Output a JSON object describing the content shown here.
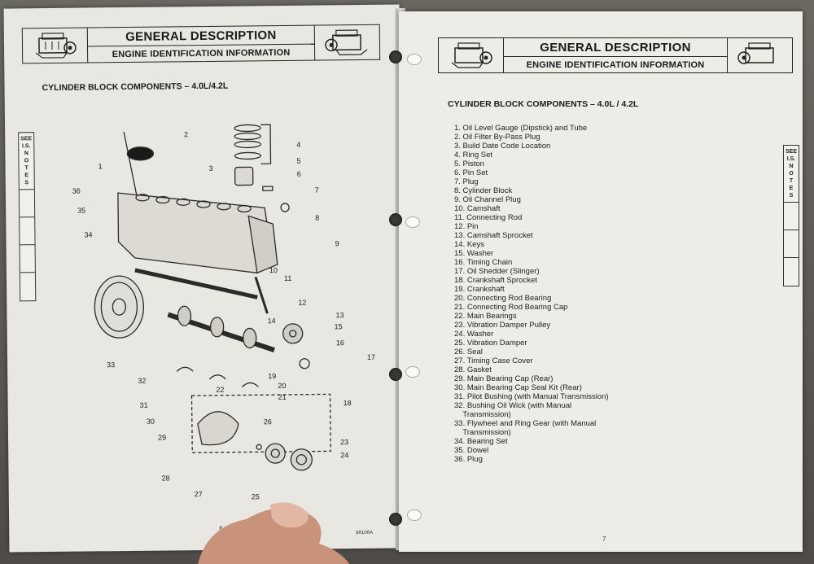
{
  "left_page": {
    "header": {
      "title": "GENERAL DESCRIPTION",
      "subtitle": "ENGINE IDENTIFICATION INFORMATION"
    },
    "section_title": "CYLINDER BLOCK COMPONENTS – 4.0L/4.2L",
    "side_box_label": [
      "SEE",
      "I.S.",
      "N",
      "O",
      "T",
      "E",
      "S"
    ],
    "page_number": "6",
    "figure_code": "86106A",
    "callouts": [
      "1",
      "2",
      "3",
      "4",
      "5",
      "6",
      "7",
      "8",
      "9",
      "10",
      "11",
      "12",
      "13",
      "14",
      "15",
      "16",
      "17",
      "18",
      "19",
      "20",
      "21",
      "22",
      "23",
      "24",
      "25",
      "26",
      "27",
      "28",
      "29",
      "30",
      "31",
      "32",
      "33",
      "34",
      "35",
      "36"
    ]
  },
  "right_page": {
    "header": {
      "title": "GENERAL DESCRIPTION",
      "subtitle": "ENGINE IDENTIFICATION INFORMATION"
    },
    "section_title": "CYLINDER BLOCK COMPONENTS – 4.0L / 4.2L",
    "side_box_label": [
      "SEE",
      "I.S.",
      "N",
      "O",
      "T",
      "E",
      "S"
    ],
    "page_number": "7",
    "parts": [
      "1. Oil Level Gauge (Dipstick) and Tube",
      "2. Oil Filter By-Pass Plug",
      "3. Build Date Code Location",
      "4. Ring Set",
      "5. Piston",
      "6. Pin Set",
      "7. Plug",
      "8. Cylinder Block",
      "9. Oil Channel Plug",
      "10. Camshaft",
      "11. Connecting Rod",
      "12. Pin",
      "13. Camshaft Sprocket",
      "14. Keys",
      "15. Washer",
      "16. Timing Chain",
      "17. Oil Shedder (Slinger)",
      "18. Crankshaft Sprocket",
      "19. Crankshaft",
      "20. Connecting Rod Bearing",
      "21. Connecting Rod Bearing Cap",
      "22. Main Bearings",
      "23. Vibration Damper Pulley",
      "24. Washer",
      "25. Vibration Damper",
      "26. Seal",
      "27. Timing Case Cover",
      "28. Gasket",
      "29. Main Bearing Cap (Rear)",
      "30. Main Bearing Cap Seal Kit (Rear)",
      "31. Pilot Bushing (with Manual Transmission)",
      "32. Bushing Oil Wick (with Manual",
      "    Transmission)",
      "33. Flywheel and Ring Gear (with Manual",
      "    Transmission)",
      "34. Bearing Set",
      "35. Dowel",
      "36. Plug"
    ]
  },
  "icons": [
    "engine-logo-icon"
  ]
}
